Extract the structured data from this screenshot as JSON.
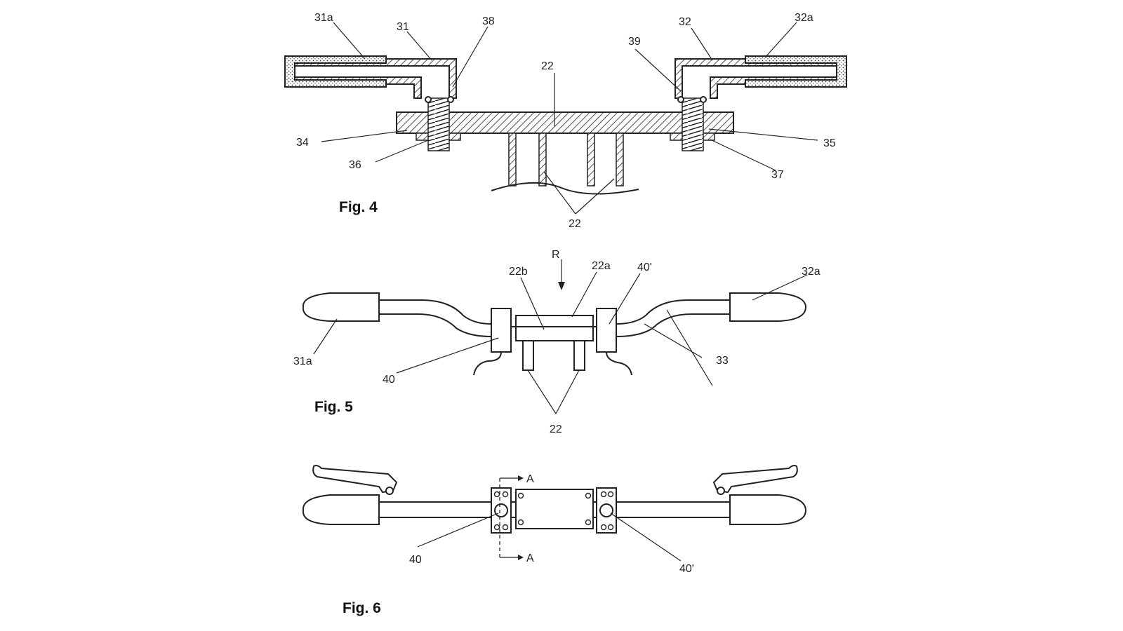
{
  "figures": [
    {
      "id": "fig4",
      "caption": "Fig. 4",
      "labels": [
        "31a",
        "31",
        "38",
        "32",
        "32a",
        "39",
        "22",
        "34",
        "36",
        "35",
        "37",
        "22"
      ]
    },
    {
      "id": "fig5",
      "caption": "Fig. 5",
      "labels": [
        "R",
        "22b",
        "22a",
        "40'",
        "32a",
        "31a",
        "40",
        "33",
        "22"
      ]
    },
    {
      "id": "fig6",
      "caption": "Fig. 6",
      "labels": [
        "A",
        "A",
        "40",
        "40'"
      ]
    }
  ],
  "colors": {
    "ink": "#222222",
    "background": "#ffffff"
  }
}
